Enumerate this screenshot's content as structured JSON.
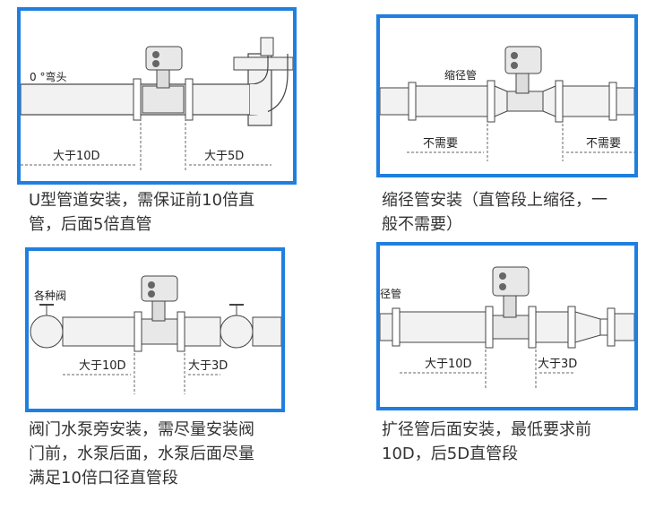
{
  "colors": {
    "frame": "#1f7fe0",
    "pipe": "#f2f2f2",
    "pipe_stroke": "#444444",
    "text": "#333333"
  },
  "panels": [
    {
      "labels": {
        "elbow": "0 °弯头",
        "up": "大于10D",
        "down": "大于5D"
      },
      "caption": "U型管道安装，需保证前10倍直\n管，后面5倍直管"
    },
    {
      "labels": {
        "reducer": "缩径管",
        "left": "不需要",
        "right": "不需要"
      },
      "caption": "缩径管安装（直管段上缩径，一\n般不需要）"
    },
    {
      "labels": {
        "valve": "各种阀",
        "up": "大于10D",
        "down": "大于3D"
      },
      "caption": "阀门水泵旁安装，需尽量安装阀\n门前，水泵后面，水泵后面尽量\n满足10倍口径直管段"
    },
    {
      "labels": {
        "reducer_cut": "径管",
        "up": "大于10D",
        "down": "大于3D"
      },
      "caption": "扩径管后面安装，最低要求前\n10D，后5D直管段"
    }
  ]
}
